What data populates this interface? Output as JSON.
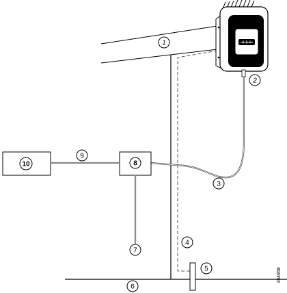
{
  "callouts": {
    "c1": "1",
    "c2": "2",
    "c3": "3",
    "c4": "4",
    "c5": "5",
    "c6": "6",
    "c7": "7",
    "c8": "8",
    "c9": "9",
    "c10": "10"
  },
  "figure_id": "354958"
}
